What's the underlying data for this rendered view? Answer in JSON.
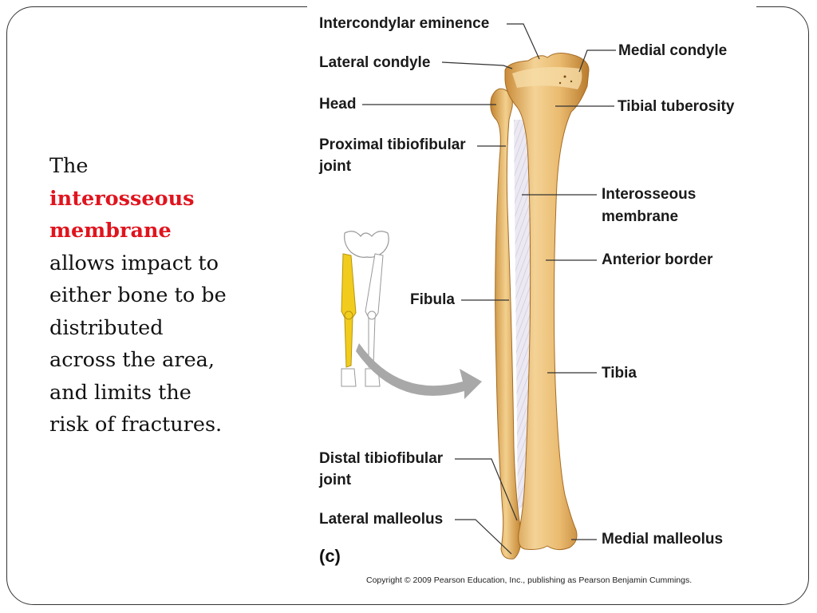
{
  "slide": {
    "text_intro": "The",
    "text_highlight": "interosseous membrane",
    "text_rest": [
      "allows impact to",
      "either bone to be",
      "distributed",
      "across the area,",
      "and limits the",
      "risk of fractures."
    ],
    "highlight_color": "#e0141e"
  },
  "figure": {
    "labels": {
      "intercondylar_eminence": "Intercondylar eminence",
      "lateral_condyle": "Lateral condyle",
      "head": "Head",
      "proximal_joint_1": "Proximal tibiofibular",
      "proximal_joint_2": "joint",
      "medial_condyle": "Medial condyle",
      "tibial_tuberosity": "Tibial tuberosity",
      "interosseous_1": "Interosseous",
      "interosseous_2": "membrane",
      "anterior_border": "Anterior border",
      "fibula": "Fibula",
      "tibia": "Tibia",
      "distal_joint_1": "Distal tibiofibular",
      "distal_joint_2": "joint",
      "lateral_malleolus": "Lateral malleolus",
      "medial_malleolus": "Medial malleolus"
    },
    "panel_tag": "(c)",
    "copyright": "Copyright © 2009 Pearson Education, Inc., publishing as Pearson Benjamin Cummings.",
    "colors": {
      "bone": "#e8b46a",
      "bone_light": "#f6dba8",
      "bone_dark": "#b97c2e",
      "membrane": "#e6e2ee",
      "highlight_leg": "#f2cc1d",
      "arrow": "#a8a8a8"
    }
  }
}
